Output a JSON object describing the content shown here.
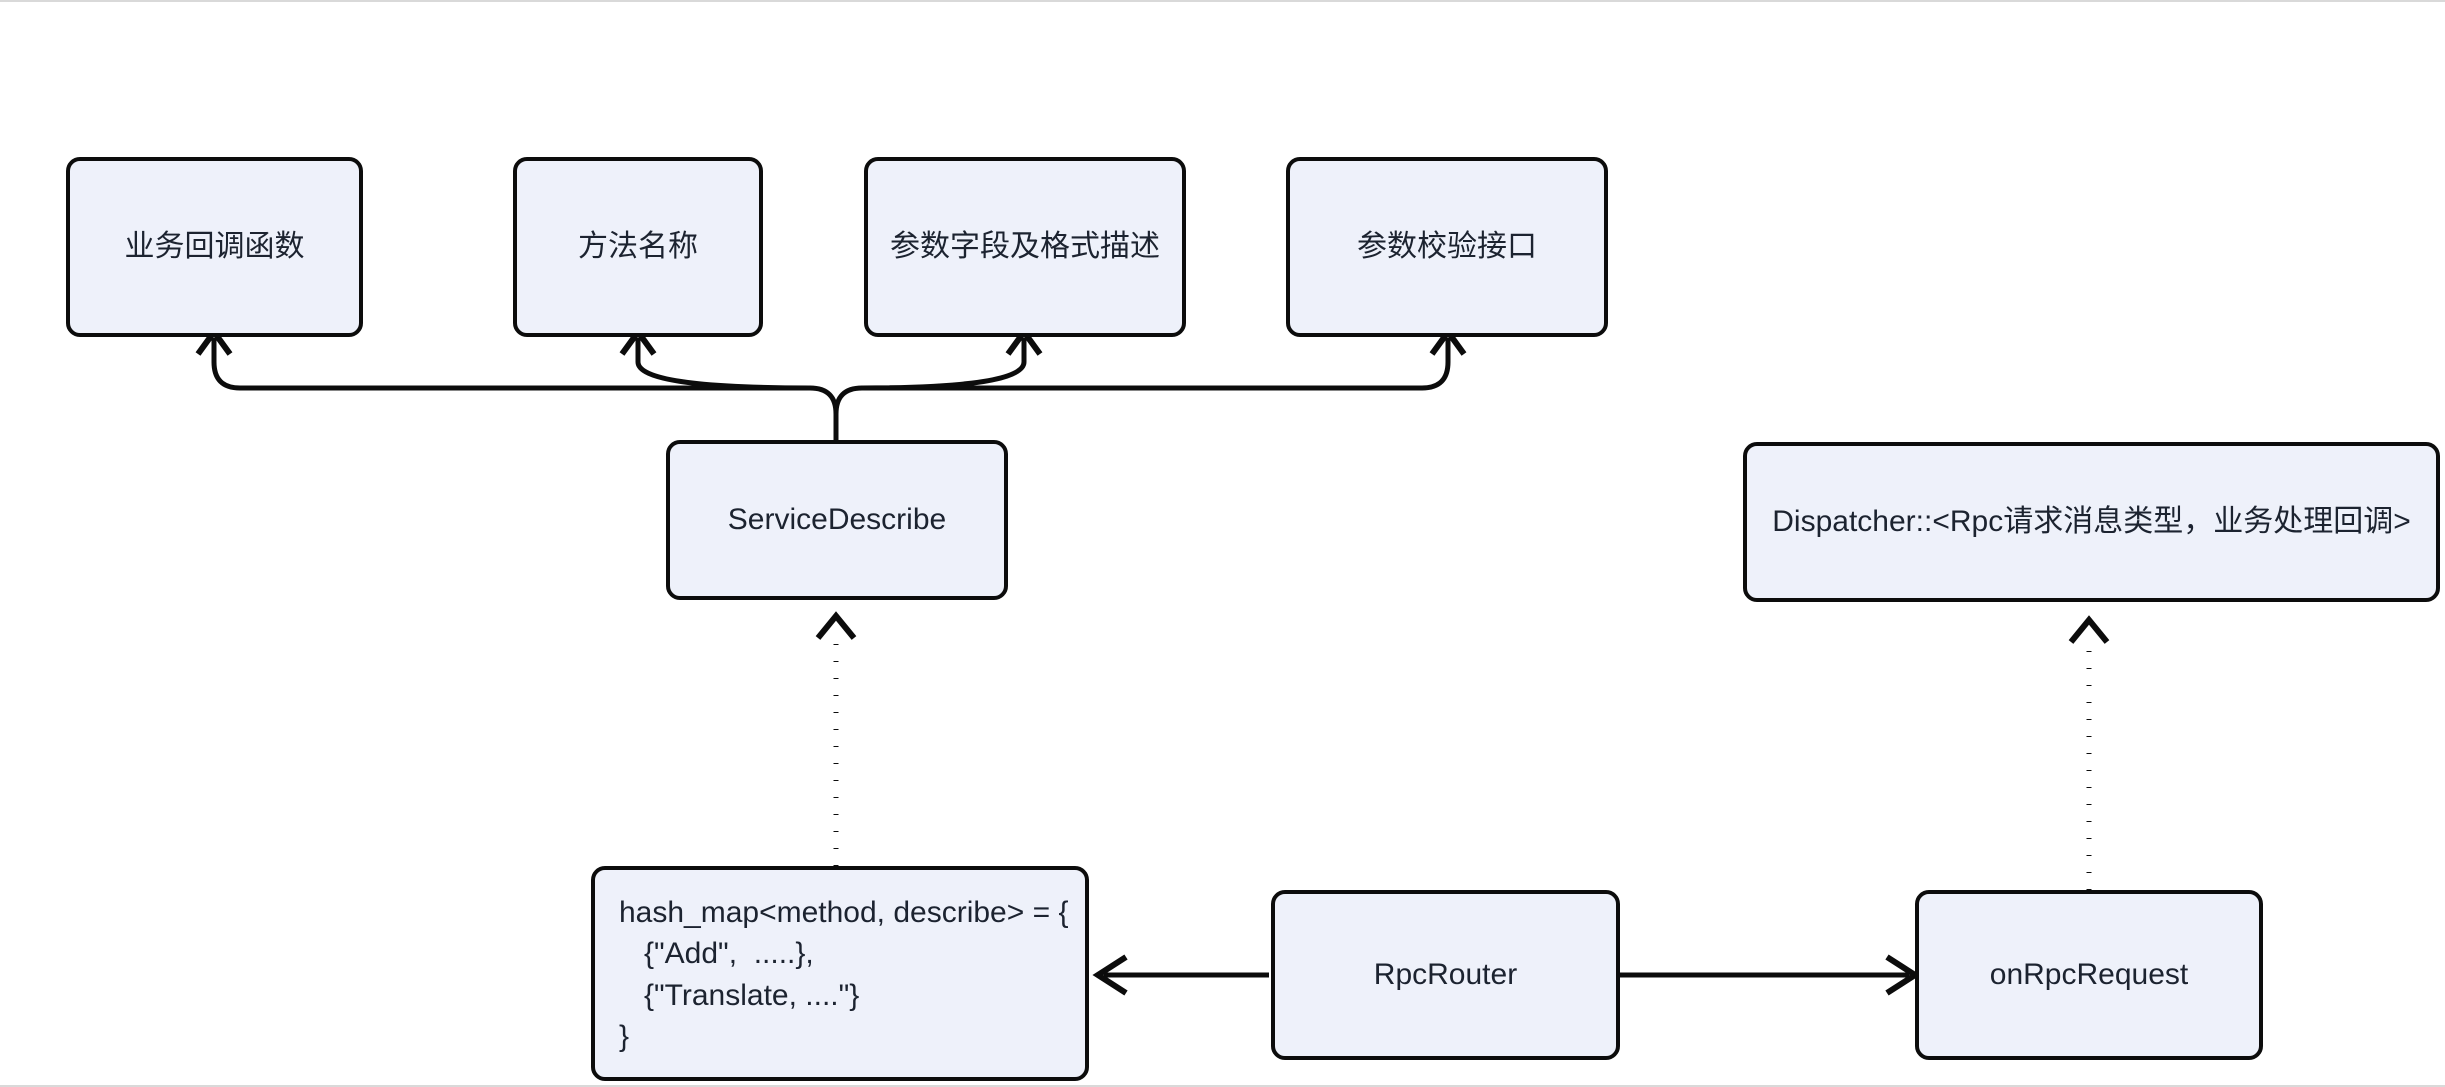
{
  "diagram": {
    "title": "RPC service describe / dispatcher diagram",
    "background_color": "#ffffff",
    "node_fill_color": "#eef1fa",
    "node_border_color": "#0c0c0c",
    "text_color": "#1c2330",
    "nodes": {
      "business_callback": {
        "label": "业务回调函数"
      },
      "method_name": {
        "label": "方法名称"
      },
      "param_field_desc": {
        "label": "参数字段及格式描述"
      },
      "param_check_api": {
        "label": "参数校验接口"
      },
      "service_describe": {
        "label": "ServiceDescribe"
      },
      "dispatcher": {
        "label": "Dispatcher::<Rpc请求消息类型，业务处理回调>"
      },
      "hash_map": {
        "lines": [
          "hash_map<method, describe> = {",
          "   {\"Add\",  .....},",
          "   {\"Translate, ....\"}",
          "}"
        ],
        "label": "hash_map<method, describe> = {\n   {\"Add\",  .....},\n   {\"Translate, ....\"}\n}"
      },
      "rpc_router": {
        "label": "RpcRouter"
      },
      "on_rpc_request": {
        "label": "onRpcRequest"
      }
    },
    "edges": [
      {
        "name": "service-describe-to-business-callback",
        "from": "service_describe",
        "to": "business_callback",
        "style": "solid",
        "arrow": "end"
      },
      {
        "name": "service-describe-to-method-name",
        "from": "service_describe",
        "to": "method_name",
        "style": "solid",
        "arrow": "end"
      },
      {
        "name": "service-describe-to-param-field-desc",
        "from": "service_describe",
        "to": "param_field_desc",
        "style": "solid",
        "arrow": "end"
      },
      {
        "name": "service-describe-to-param-check-api",
        "from": "service_describe",
        "to": "param_check_api",
        "style": "solid",
        "arrow": "end"
      },
      {
        "name": "hash-map-to-service-describe",
        "from": "hash_map",
        "to": "service_describe",
        "style": "dotted",
        "arrow": "end"
      },
      {
        "name": "on-rpc-request-to-dispatcher",
        "from": "on_rpc_request",
        "to": "dispatcher",
        "style": "dotted",
        "arrow": "end"
      },
      {
        "name": "rpc-router-to-hash-map",
        "from": "rpc_router",
        "to": "hash_map",
        "style": "solid",
        "arrow": "end"
      },
      {
        "name": "rpc-router-to-on-rpc-request",
        "from": "rpc_router",
        "to": "on_rpc_request",
        "style": "solid",
        "arrow": "end"
      }
    ]
  }
}
